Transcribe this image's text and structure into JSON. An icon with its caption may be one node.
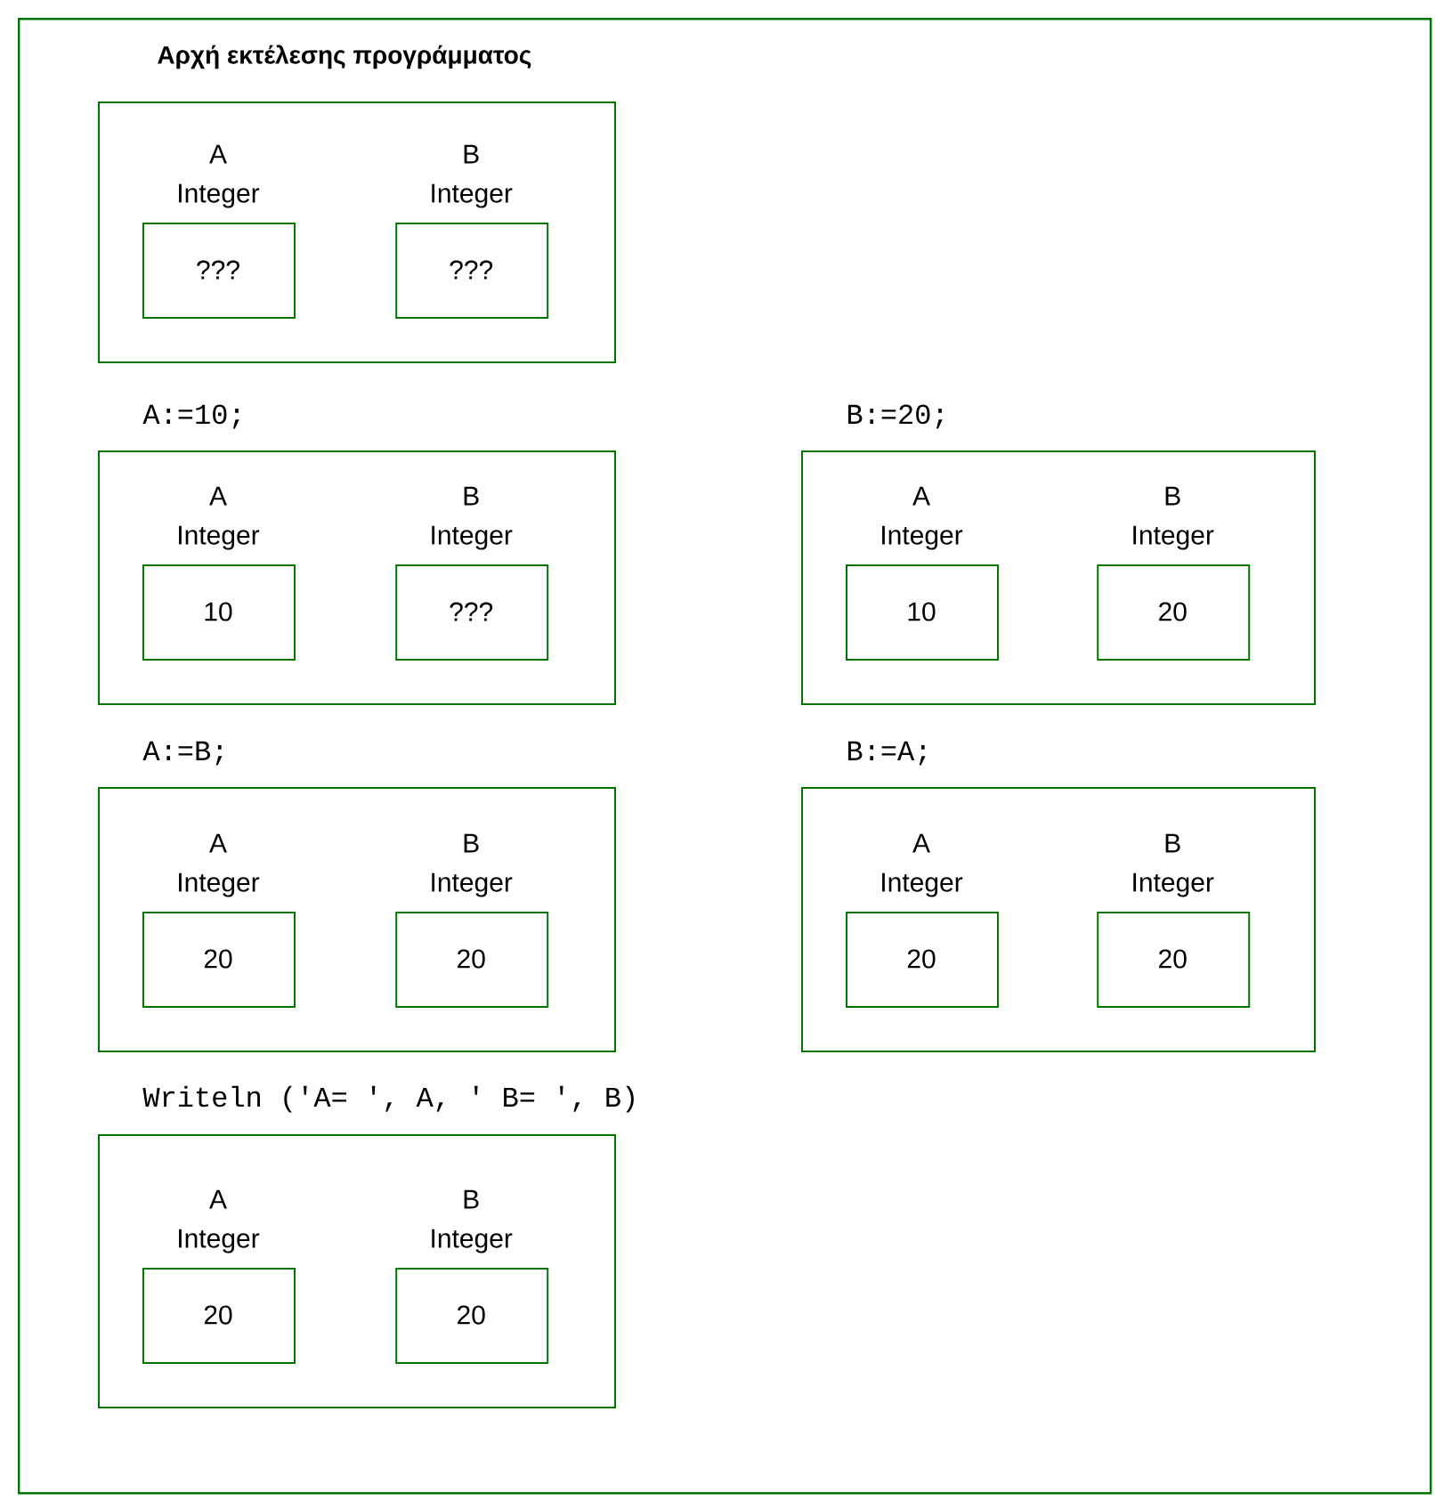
{
  "diagram": {
    "nodes": [
      {
        "text": [
          "Αρχή εκτέλεσης προγράμματος"
        ]
      },
      {
        "text": [],
        "shape": "box",
        "in": 0
      },
      {
        "text": [
          "A Integer",
          "???"
        ],
        "in": 1
      },
      {
        "text": [
          "B Integer",
          "???"
        ],
        "in": 1
      },
      {
        "text": [],
        "shape": "box",
        "in": 0,
        "beside": [
          "A:=10;"
        ]
      },
      {
        "text": [
          "A Integer",
          "10"
        ],
        "in": 4
      },
      {
        "text": [
          "B Integer",
          "???"
        ],
        "in": 4
      },
      {
        "text": [],
        "shape": "box",
        "in": 0,
        "beside": [
          "B:=20;"
        ]
      },
      {
        "text": [
          "A Integer",
          "10"
        ],
        "in": 7
      },
      {
        "text": [
          "B Integer",
          "20"
        ],
        "in": 7
      },
      {
        "text": [],
        "shape": "box",
        "in": 0,
        "beside": [
          "A:=B;"
        ]
      },
      {
        "text": [
          "A Integer",
          "20"
        ],
        "in": 10
      },
      {
        "text": [
          "B Integer",
          "20"
        ],
        "in": 10
      },
      {
        "text": [],
        "shape": "box",
        "in": 0,
        "beside": [
          "B:=A;"
        ]
      },
      {
        "text": [
          "A Integer",
          "20"
        ],
        "in": 13
      },
      {
        "text": [
          "B Integer",
          "20"
        ],
        "in": 13
      },
      {
        "text": [],
        "shape": "box",
        "in": 0,
        "beside": [
          "Writeln ('A= ', A, ' B= ', B)"
        ]
      },
      {
        "text": [
          "A Integer",
          "20"
        ],
        "in": 16
      },
      {
        "text": [
          "B Integer",
          "20"
        ],
        "in": 16
      }
    ]
  }
}
